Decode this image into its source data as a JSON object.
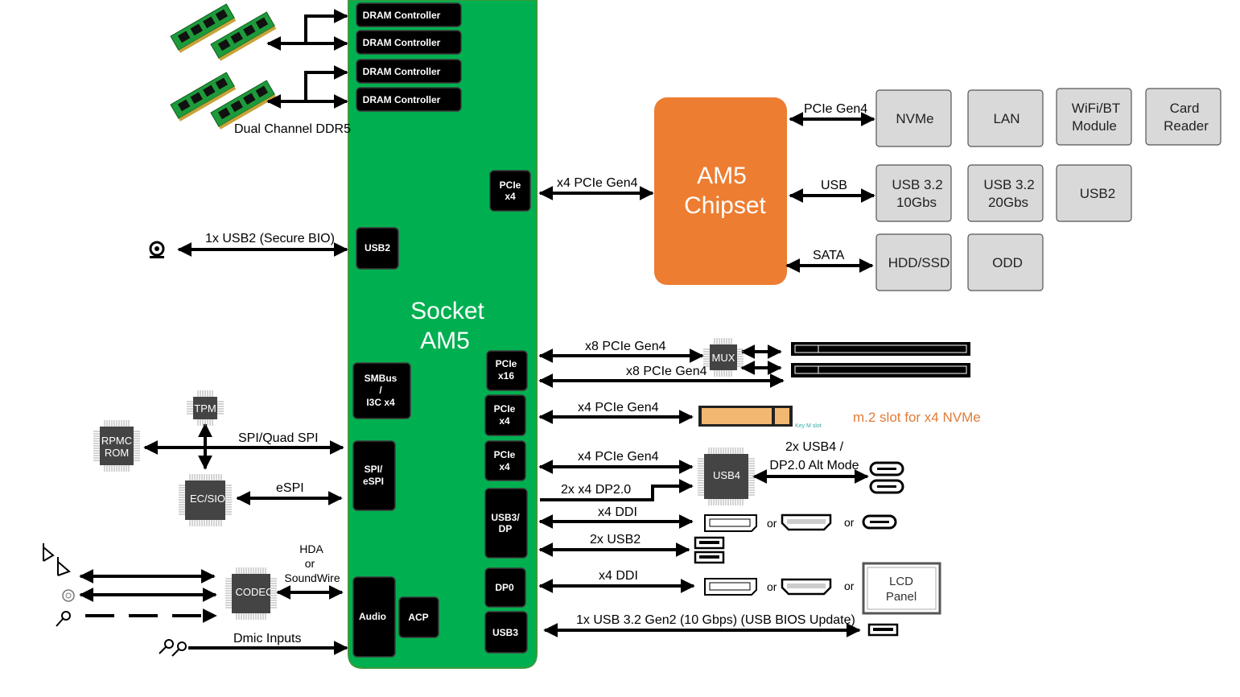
{
  "socket": {
    "title_line1": "Socket",
    "title_line2": "AM5",
    "color": "#00b050"
  },
  "dram": {
    "controllers": [
      "DRAM Controller",
      "DRAM Controller",
      "DRAM Controller",
      "DRAM Controller"
    ],
    "label": "Dual Channel DDR5"
  },
  "socket_blocks": {
    "pcie_x4_top": [
      "PCIe",
      "x4"
    ],
    "usb2": "USB2",
    "smbus": [
      "SMBus",
      "/",
      "I3C x4"
    ],
    "spi": [
      "SPI/",
      "eSPI"
    ],
    "audio": "Audio",
    "acp": "ACP",
    "pcie_x16": [
      "PCIe",
      "x16"
    ],
    "pcie_x4_a": [
      "PCIe",
      "x4"
    ],
    "pcie_x4_b": [
      "PCIe",
      "x4"
    ],
    "usb3dp": [
      "USB3/",
      "DP"
    ],
    "dp0": "DP0",
    "usb3": "USB3"
  },
  "chipset": {
    "line1": "AM5",
    "line2": "Chipset",
    "color": "#ed7d31"
  },
  "chipset_links": {
    "pcie": "PCIe Gen4",
    "usb": "USB",
    "sata": "SATA",
    "uplink": "x4 PCIe Gen4"
  },
  "chipset_devices": {
    "nvme": "NVMe",
    "lan": "LAN",
    "wifi": [
      "WiFi/BT",
      "Module"
    ],
    "card": [
      "Card",
      "Reader"
    ],
    "usb10": [
      "USB 3.2",
      "10Gbs"
    ],
    "usb20": [
      "USB 3.2",
      "20Gbs"
    ],
    "usb2": "USB2",
    "hdd": "HDD/SSD",
    "odd": "ODD"
  },
  "links": {
    "usb2_bio": "1x USB2 (Secure BIO)",
    "x8_a": "x8 PCIe Gen4",
    "x8_b": "x8 PCIe Gen4",
    "mux": "MUX",
    "m2_link": "x4 PCIe Gen4",
    "m2_key": "Key M slot",
    "m2_label": "m.2 slot for x4 NVMe",
    "usb4_link": "x4 PCIe Gen4",
    "dp20": "2x x4 DP2.0",
    "usb4_chip": "USB4",
    "usb4_out": [
      "2x USB4 /",
      "DP2.0 Alt Mode"
    ],
    "ddi_a": "x4 DDI",
    "or": "or",
    "usb2x2": "2x USB2",
    "ddi_b": "x4 DDI",
    "lcd": [
      "LCD",
      "Panel"
    ],
    "usb_bios": "1x USB 3.2 Gen2 (10 Gbps) (USB BIOS Update)"
  },
  "left": {
    "tpm": "TPM",
    "rpmc": [
      "RPMC",
      "ROM"
    ],
    "spi_label": "SPI/Quad SPI",
    "ecsio": "EC/SIO",
    "espi_label": "eSPI",
    "codec": "CODEC",
    "hda": [
      "HDA",
      "or",
      "SoundWire"
    ],
    "dmic": "Dmic Inputs"
  },
  "accent": {
    "m2_text": "#e07b39"
  }
}
